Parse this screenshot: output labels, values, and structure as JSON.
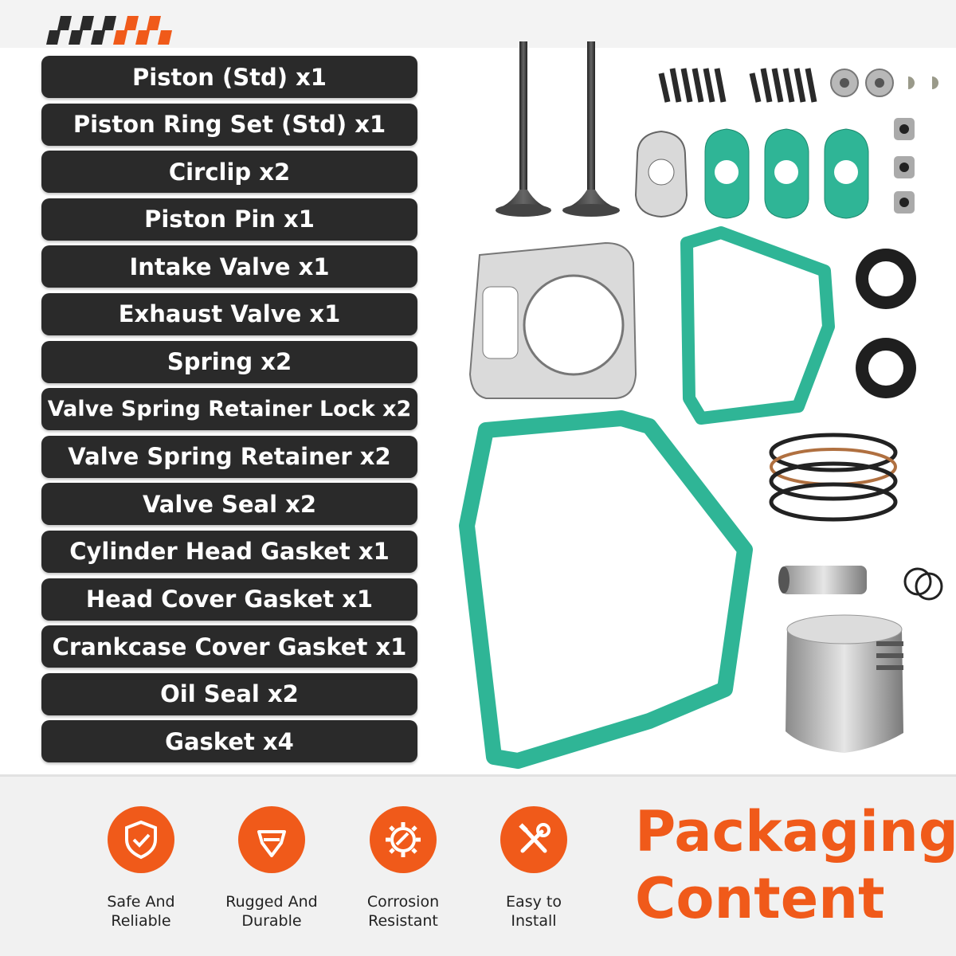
{
  "items": [
    "Piston (Std) x1",
    "Piston Ring Set (Std) x1",
    "Circlip x2",
    "Piston Pin x1",
    "Intake Valve x1",
    "Exhaust Valve x1",
    "Spring x2",
    "Valve Spring Retainer Lock x2",
    "Valve Spring Retainer x2",
    "Valve Seal x2",
    "Cylinder Head Gasket x1",
    "Head Cover Gasket x1",
    "Crankcase Cover Gasket x1",
    "Oil Seal x2",
    "Gasket x4"
  ],
  "features": [
    {
      "line1": "Safe And",
      "line2": "Reliable",
      "icon": "shield-check-icon"
    },
    {
      "line1": "Rugged And",
      "line2": "Durable",
      "icon": "gem-icon"
    },
    {
      "line1": "Corrosion",
      "line2": "Resistant",
      "icon": "gear-wrench-icon"
    },
    {
      "line1": "Easy to",
      "line2": "Install",
      "icon": "tools-icon"
    }
  ],
  "headline": {
    "line1": "Packaging",
    "line2": "Content"
  },
  "colors": {
    "accent": "#f05a1a",
    "pill": "#2a2a2a",
    "gasket": "#2fb596",
    "band": "#f1f1f1"
  }
}
